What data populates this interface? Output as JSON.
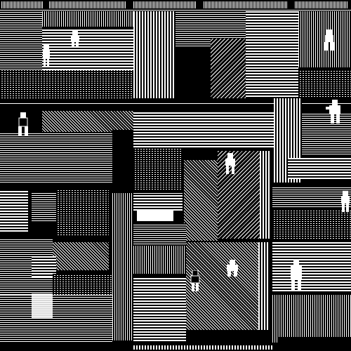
{
  "game": {
    "title": "",
    "palette": {
      "foreground": "#ffffff",
      "background": "#000000"
    },
    "sprites": [
      {
        "name": "player-character",
        "icon": "humanoid-sprite"
      },
      {
        "name": "npc-character",
        "icon": "humanoid-sprite"
      }
    ]
  }
}
